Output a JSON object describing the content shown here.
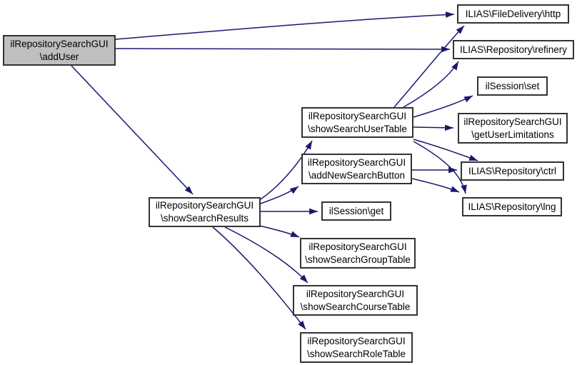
{
  "diagram": {
    "type": "call-graph",
    "edge_color": "#191970",
    "node_border_color": "#333333",
    "highlight_fill": "#bfbfbf",
    "nodes": {
      "addUser": {
        "line1": "ilRepositorySearchGUI",
        "line2": "\\addUser",
        "highlighted": true
      },
      "http": {
        "line1": "ILIAS\\FileDelivery\\http"
      },
      "refinery": {
        "line1": "ILIAS\\Repository\\refinery"
      },
      "sessionSet": {
        "line1": "ilSession\\set"
      },
      "showSearchUserTable": {
        "line1": "ilRepositorySearchGUI",
        "line2": "\\showSearchUserTable"
      },
      "getUserLimitations": {
        "line1": "ilRepositorySearchGUI",
        "line2": "\\getUserLimitations"
      },
      "addNewSearchButton": {
        "line1": "ilRepositorySearchGUI",
        "line2": "\\addNewSearchButton"
      },
      "ctrl": {
        "line1": "ILIAS\\Repository\\ctrl"
      },
      "lng": {
        "line1": "ILIAS\\Repository\\lng"
      },
      "showSearchResults": {
        "line1": "ilRepositorySearchGUI",
        "line2": "\\showSearchResults"
      },
      "sessionGet": {
        "line1": "ilSession\\get"
      },
      "showSearchGroupTable": {
        "line1": "ilRepositorySearchGUI",
        "line2": "\\showSearchGroupTable"
      },
      "showSearchCourseTable": {
        "line1": "ilRepositorySearchGUI",
        "line2": "\\showSearchCourseTable"
      },
      "showSearchRoleTable": {
        "line1": "ilRepositorySearchGUI",
        "line2": "\\showSearchRoleTable"
      }
    },
    "edges": [
      {
        "from": "addUser",
        "to": "http"
      },
      {
        "from": "addUser",
        "to": "refinery"
      },
      {
        "from": "addUser",
        "to": "showSearchResults"
      },
      {
        "from": "showSearchUserTable",
        "to": "http"
      },
      {
        "from": "showSearchUserTable",
        "to": "refinery"
      },
      {
        "from": "showSearchUserTable",
        "to": "sessionSet"
      },
      {
        "from": "showSearchUserTable",
        "to": "getUserLimitations"
      },
      {
        "from": "showSearchUserTable",
        "to": "ctrl"
      },
      {
        "from": "showSearchUserTable",
        "to": "lng"
      },
      {
        "from": "addNewSearchButton",
        "to": "ctrl"
      },
      {
        "from": "addNewSearchButton",
        "to": "lng"
      },
      {
        "from": "showSearchResults",
        "to": "showSearchUserTable"
      },
      {
        "from": "showSearchResults",
        "to": "addNewSearchButton"
      },
      {
        "from": "showSearchResults",
        "to": "sessionGet"
      },
      {
        "from": "showSearchResults",
        "to": "showSearchGroupTable"
      },
      {
        "from": "showSearchResults",
        "to": "showSearchCourseTable"
      },
      {
        "from": "showSearchResults",
        "to": "showSearchRoleTable"
      }
    ]
  }
}
